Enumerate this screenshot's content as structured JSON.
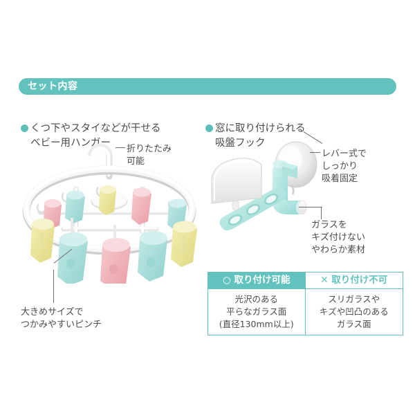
{
  "page": {
    "background": "#ffffff",
    "accent_color": "#62c2bd",
    "text_color": "#4b4b4b"
  },
  "section_header": {
    "title": "セット内容"
  },
  "bullets": [
    {
      "name": "hanger",
      "line1": "くつ下やスタイなどが干せる",
      "line2": "ベビー用ハンガー"
    },
    {
      "name": "hook",
      "line1": "窓に取り付けられる",
      "line2": "吸盤フック"
    }
  ],
  "callouts": {
    "fold": "折りたたみ\n可能",
    "lever": "レバー式で\nしっかり\n吸着固定",
    "soft": "ガラスを\nキズ付けない\nやわらか素材",
    "pinch": "大きめサイズで\nつかみやすいピンチ"
  },
  "compat_table": {
    "headers": [
      {
        "mark": "○",
        "label": "取り付け可能"
      },
      {
        "mark": "✕",
        "label": "取り付け不可"
      }
    ],
    "header_ok": "○ 取り付け可能",
    "header_ng": "✕ 取り付け不可",
    "body_ok": "光沢のある\n平らなガラス面\n(直径130mm以上)",
    "body_ng": "スリガラスや\nキズや凹凸のある\nガラス面"
  },
  "art": {
    "hanger_colors": {
      "frame": "#f4f4f4",
      "clip_pink": "#f3b7bc",
      "clip_blue": "#a9ddda",
      "clip_yellow": "#ece79a"
    },
    "hook_colors": {
      "arm": "#b2e3de",
      "cup": "#e3e3e3",
      "pad": "#fafafa"
    }
  }
}
